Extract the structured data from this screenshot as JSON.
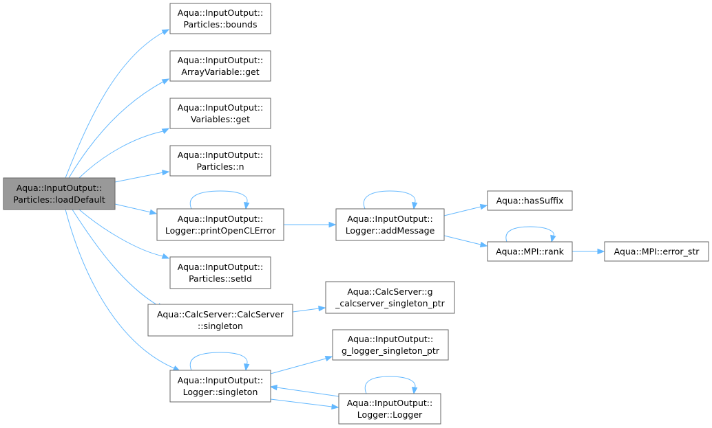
{
  "nodes": [
    {
      "id": "root",
      "lines": [
        "Aqua::InputOutput::",
        "Particles::loadDefault"
      ],
      "root": true
    },
    {
      "id": "bounds",
      "lines": [
        "Aqua::InputOutput::",
        "Particles::bounds"
      ]
    },
    {
      "id": "arrayget",
      "lines": [
        "Aqua::InputOutput::",
        "ArrayVariable::get"
      ]
    },
    {
      "id": "varget",
      "lines": [
        "Aqua::InputOutput::",
        "Variables::get"
      ]
    },
    {
      "id": "n",
      "lines": [
        "Aqua::InputOutput::",
        "Particles::n"
      ]
    },
    {
      "id": "printcl",
      "lines": [
        "Aqua::InputOutput::",
        "Logger::printOpenCLError"
      ]
    },
    {
      "id": "setid",
      "lines": [
        "Aqua::InputOutput::",
        "Particles::setId"
      ]
    },
    {
      "id": "calcsingleton",
      "lines": [
        "Aqua::CalcServer::CalcServer",
        "::singleton"
      ]
    },
    {
      "id": "loggersingleton",
      "lines": [
        "Aqua::InputOutput::",
        "Logger::singleton"
      ]
    },
    {
      "id": "addmsg",
      "lines": [
        "Aqua::InputOutput::",
        "Logger::addMessage"
      ]
    },
    {
      "id": "calcptr",
      "lines": [
        "Aqua::CalcServer::g",
        "_calcserver_singleton_ptr"
      ]
    },
    {
      "id": "loggerptr",
      "lines": [
        "Aqua::InputOutput::",
        "g_logger_singleton_ptr"
      ]
    },
    {
      "id": "loggerctor",
      "lines": [
        "Aqua::InputOutput::",
        "Logger::Logger"
      ]
    },
    {
      "id": "hassuffix",
      "lines": [
        "Aqua::hasSuffix"
      ]
    },
    {
      "id": "rank",
      "lines": [
        "Aqua::MPI::rank"
      ]
    },
    {
      "id": "errorstr",
      "lines": [
        "Aqua::MPI::error_str"
      ]
    }
  ],
  "edges": [
    [
      "root",
      "bounds"
    ],
    [
      "root",
      "arrayget"
    ],
    [
      "root",
      "varget"
    ],
    [
      "root",
      "n"
    ],
    [
      "root",
      "printcl"
    ],
    [
      "root",
      "setid"
    ],
    [
      "root",
      "calcsingleton"
    ],
    [
      "root",
      "loggersingleton"
    ],
    [
      "printcl",
      "printcl"
    ],
    [
      "printcl",
      "addmsg"
    ],
    [
      "addmsg",
      "addmsg"
    ],
    [
      "addmsg",
      "hassuffix"
    ],
    [
      "addmsg",
      "rank"
    ],
    [
      "rank",
      "rank"
    ],
    [
      "rank",
      "errorstr"
    ],
    [
      "calcsingleton",
      "calcptr"
    ],
    [
      "loggersingleton",
      "loggersingleton"
    ],
    [
      "loggersingleton",
      "loggerptr"
    ],
    [
      "loggersingleton",
      "loggerctor"
    ],
    [
      "loggerctor",
      "loggersingleton"
    ],
    [
      "loggerctor",
      "loggerctor"
    ]
  ],
  "colors": {
    "edge": "#63b8ff",
    "node_border": "#666666",
    "root_fill": "#999999",
    "node_fill": "#ffffff"
  }
}
